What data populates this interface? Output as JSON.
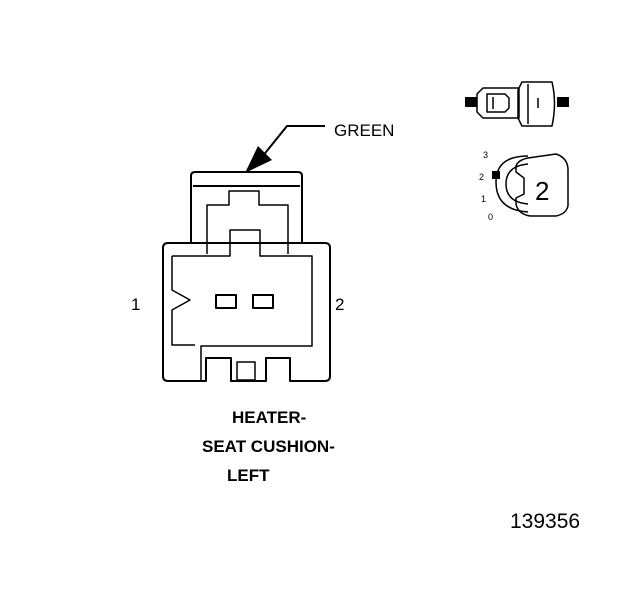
{
  "wire": {
    "color_label": "GREEN",
    "pointer_color": "#000000"
  },
  "connector": {
    "pin_left": "1",
    "pin_right": "2",
    "title_lines": [
      "HEATER-",
      "SEAT CUSHION-",
      "LEFT"
    ]
  },
  "icon": {
    "view_indicator": "2",
    "dial_labels": [
      "3",
      "2",
      "1",
      "0"
    ]
  },
  "figure_number": "139356"
}
